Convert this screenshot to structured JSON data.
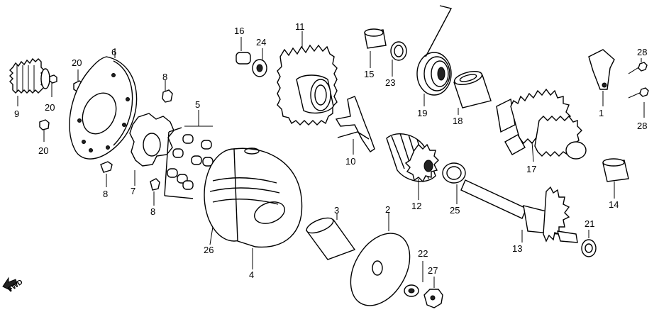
{
  "diagram": {
    "callouts": [
      "1",
      "2",
      "3",
      "4",
      "5",
      "6",
      "7",
      "8",
      "8",
      "8",
      "9",
      "10",
      "11",
      "12",
      "13",
      "14",
      "15",
      "16",
      "17",
      "18",
      "19",
      "20",
      "20",
      "20",
      "21",
      "22",
      "23",
      "24",
      "25",
      "26",
      "27",
      "28",
      "28"
    ],
    "direction_label": "FWD"
  }
}
